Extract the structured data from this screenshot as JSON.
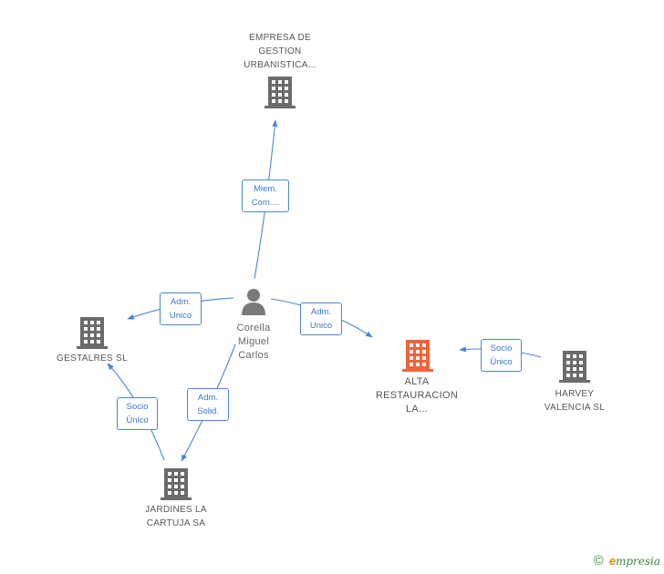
{
  "diagram": {
    "nodes": [
      {
        "id": "empresa_gestion",
        "type": "company",
        "label": "EMPRESA DE\nGESTION\nURBANISTICA..."
      },
      {
        "id": "corella",
        "type": "person",
        "label": "Corella\nMiguel\nCarlos"
      },
      {
        "id": "gestalres",
        "type": "company",
        "label": "GESTALRES SL"
      },
      {
        "id": "alta",
        "type": "company-focus",
        "label": "ALTA\nRESTAURACION\nLA..."
      },
      {
        "id": "harvey",
        "type": "company",
        "label": "HARVEY\nVALENCIA SL"
      },
      {
        "id": "jardines",
        "type": "company",
        "label": "JARDINES LA\nCARTUJA SA"
      }
    ],
    "edges": [
      {
        "from": "corella",
        "to": "empresa_gestion",
        "label": "Miem.\nCom...."
      },
      {
        "from": "corella",
        "to": "gestalres",
        "label": "Adm.\nUnico"
      },
      {
        "from": "corella",
        "to": "alta",
        "label": "Adm.\nUnico"
      },
      {
        "from": "corella",
        "to": "jardines",
        "label": "Adm.\nSolid."
      },
      {
        "from": "jardines",
        "to": "gestalres",
        "label": "Socio\nÚnico"
      },
      {
        "from": "harvey",
        "to": "alta",
        "label": "Socio\nÚnico"
      }
    ]
  },
  "colors": {
    "edge": "#4a86d6",
    "company_icon": "#6b6b6b",
    "focus_icon": "#f0643c",
    "person_icon": "#7a7a7a"
  },
  "icons": {
    "company": "building-icon",
    "person": "person-icon"
  },
  "brand": {
    "copyright": "©",
    "e_letter": "e",
    "rest": "mpresia"
  }
}
